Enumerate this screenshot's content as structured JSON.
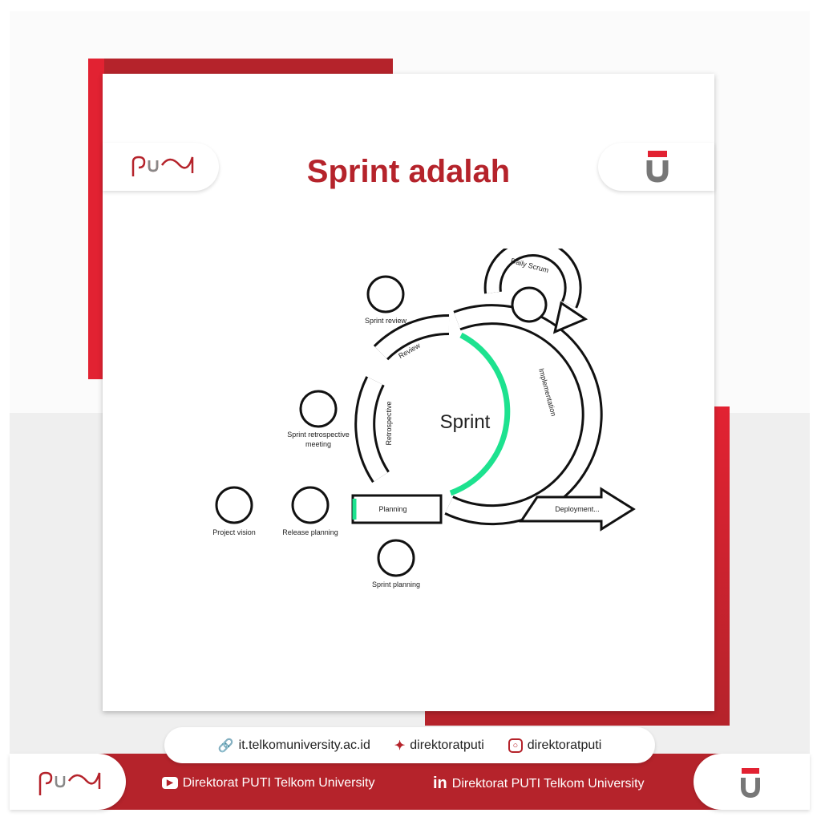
{
  "title": "Sprint adalah",
  "logos": {
    "left": "PUTI",
    "right": "Telkom University"
  },
  "diagram": {
    "center": "Sprint",
    "stages": [
      "Review",
      "Retrospective",
      "Planning",
      "Implementation",
      "Daily Scrum",
      "Deployment..."
    ],
    "nodes": [
      "Sprint review",
      "Sprint retrospective",
      "meeting",
      "Project vision",
      "Release planning",
      "Sprint planning"
    ],
    "accent": "#1de28f"
  },
  "social": {
    "website": "it.telkomuniversity.ac.id",
    "twitter": "direktoratputi",
    "instagram": "direktoratputi"
  },
  "footer": {
    "youtube": "Direktorat PUTI Telkom University",
    "linkedin": "Direktorat PUTI Telkom University"
  },
  "colors": {
    "brand": "#b5232b"
  }
}
